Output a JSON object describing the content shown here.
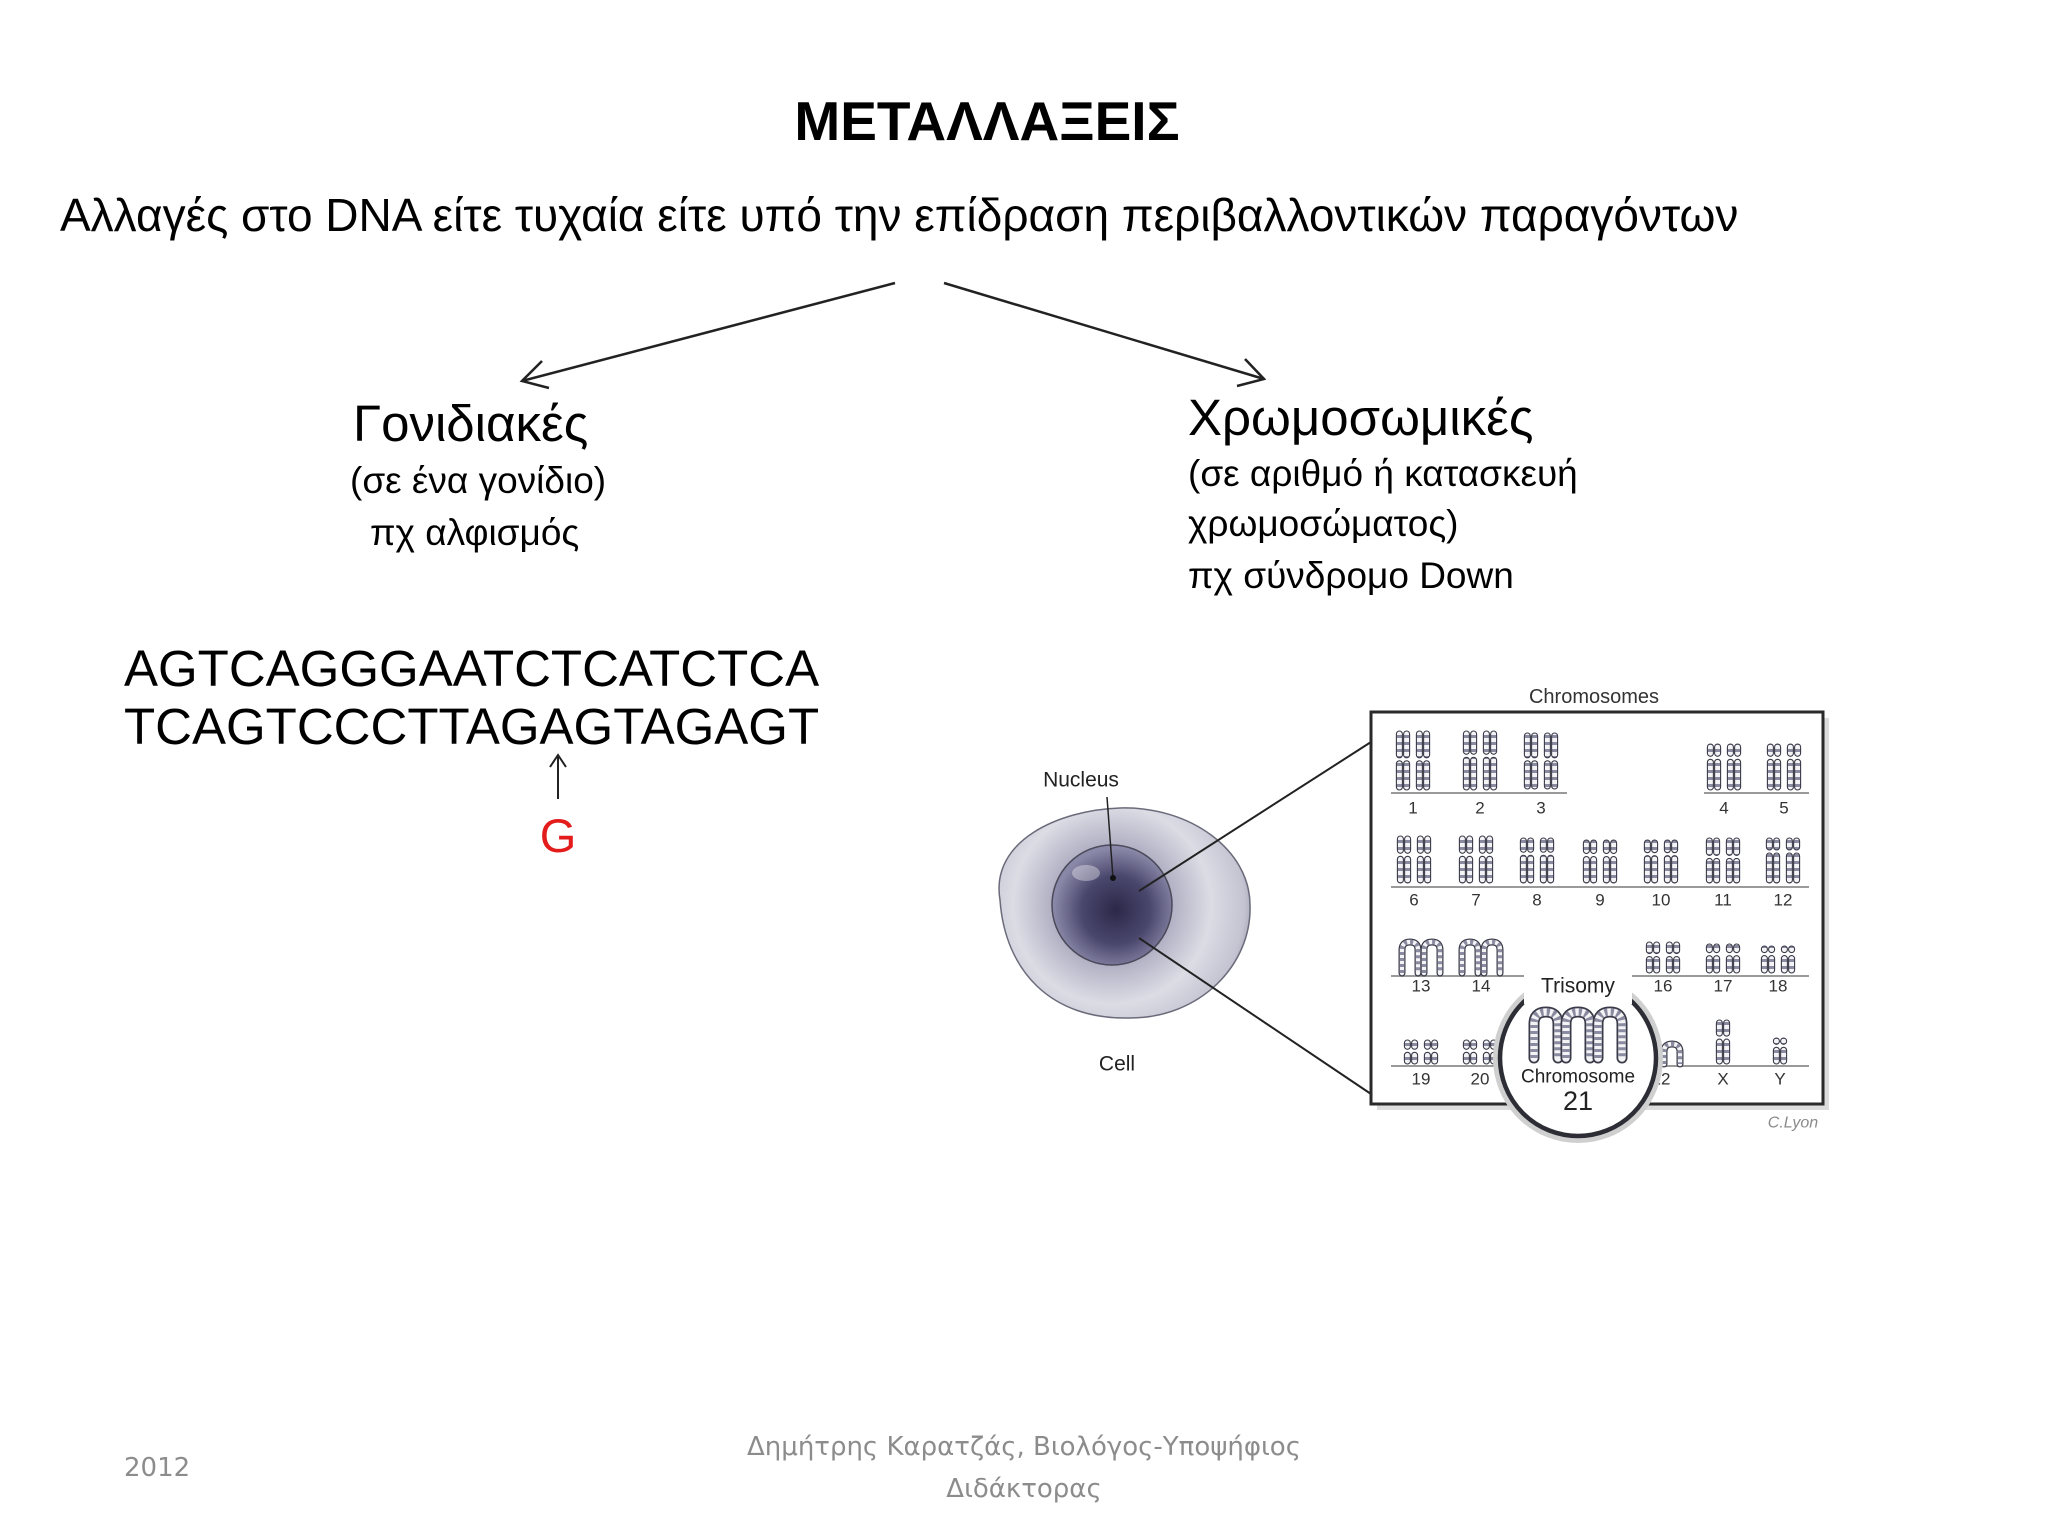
{
  "slide": {
    "title": "ΜΕΤΑΛΛΑΞΕΙΣ",
    "subtitle": "Αλλαγές στο DNA είτε τυχαία είτε υπό την επίδραση περιβαλλοντικών παραγόντων",
    "gene_mutations": {
      "heading": "Γονιδιακές",
      "detail": "(σε ένα γονίδιο)",
      "example": "πχ αλφισμός"
    },
    "chromosomal_mutations": {
      "heading": "Χρωμοσωμικές",
      "detail_line1": "(σε αριθμό ή κατασκευή",
      "detail_line2": "χρωμοσώματος)",
      "example": "πχ σύνδρομο Down"
    },
    "dna": {
      "strand_top": "AGTCAGGGAATCTCATCTCA",
      "strand_bottom": "TCAGTCCCTTAGAGTAGAGT",
      "substituted_base": "G",
      "substituted_base_color": "#e31b1b"
    },
    "figure": {
      "panel_title": "Chromosomes",
      "nucleus_label": "Nucleus",
      "cell_label": "Cell",
      "karyotype_rows": [
        [
          "1",
          "2",
          "3",
          "4",
          "5"
        ],
        [
          "6",
          "7",
          "8",
          "9",
          "10",
          "11",
          "12"
        ],
        [
          "13",
          "14",
          "16",
          "17",
          "18"
        ],
        [
          "19",
          "20",
          "22",
          "X",
          "Y"
        ]
      ],
      "callout_label": "Trisomy",
      "callout_caption": "Chromosome",
      "callout_number": "21",
      "signature": "C.Lyon"
    },
    "footer": {
      "year": "2012",
      "author_line1": "Δημήτρης Καρατζάς, Βιολόγος-Υποψήφιος",
      "author_line2": "Διδάκτορας"
    },
    "colors": {
      "text": "#000000",
      "footer_text": "#8c8c8c"
    }
  }
}
